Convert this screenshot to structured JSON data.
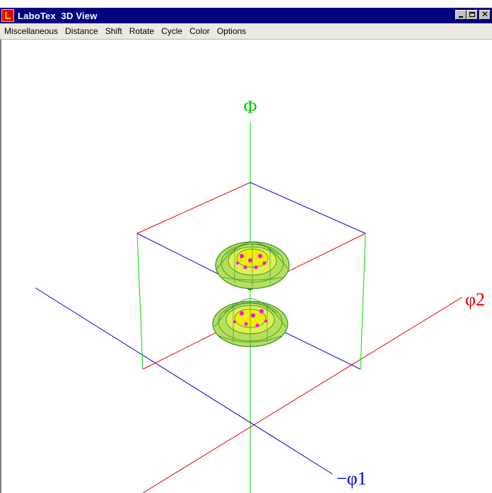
{
  "window": {
    "title": "LaboTex  3D View",
    "icon_letter": "L",
    "icon": "labotex-logo-icon",
    "controls": [
      "minimize-icon",
      "maximize-icon",
      "close-icon"
    ]
  },
  "menu": {
    "items": [
      "Miscellaneous",
      "Distance",
      "Shift",
      "Rotate",
      "Cycle",
      "Color",
      "Options"
    ]
  },
  "view": {
    "axes": {
      "vertical": "Φ",
      "right": "φ2",
      "left": "−φ1"
    },
    "colors": {
      "phi_axis": "#00dd00",
      "phi2_axis": "#ee0000",
      "phi1_axis": "#0000dd",
      "blob_outline": "#2e8b2e",
      "blob_fill": "#9acd32",
      "blob_core": "#e0e000",
      "blob_peak": "#ff00ff"
    }
  }
}
